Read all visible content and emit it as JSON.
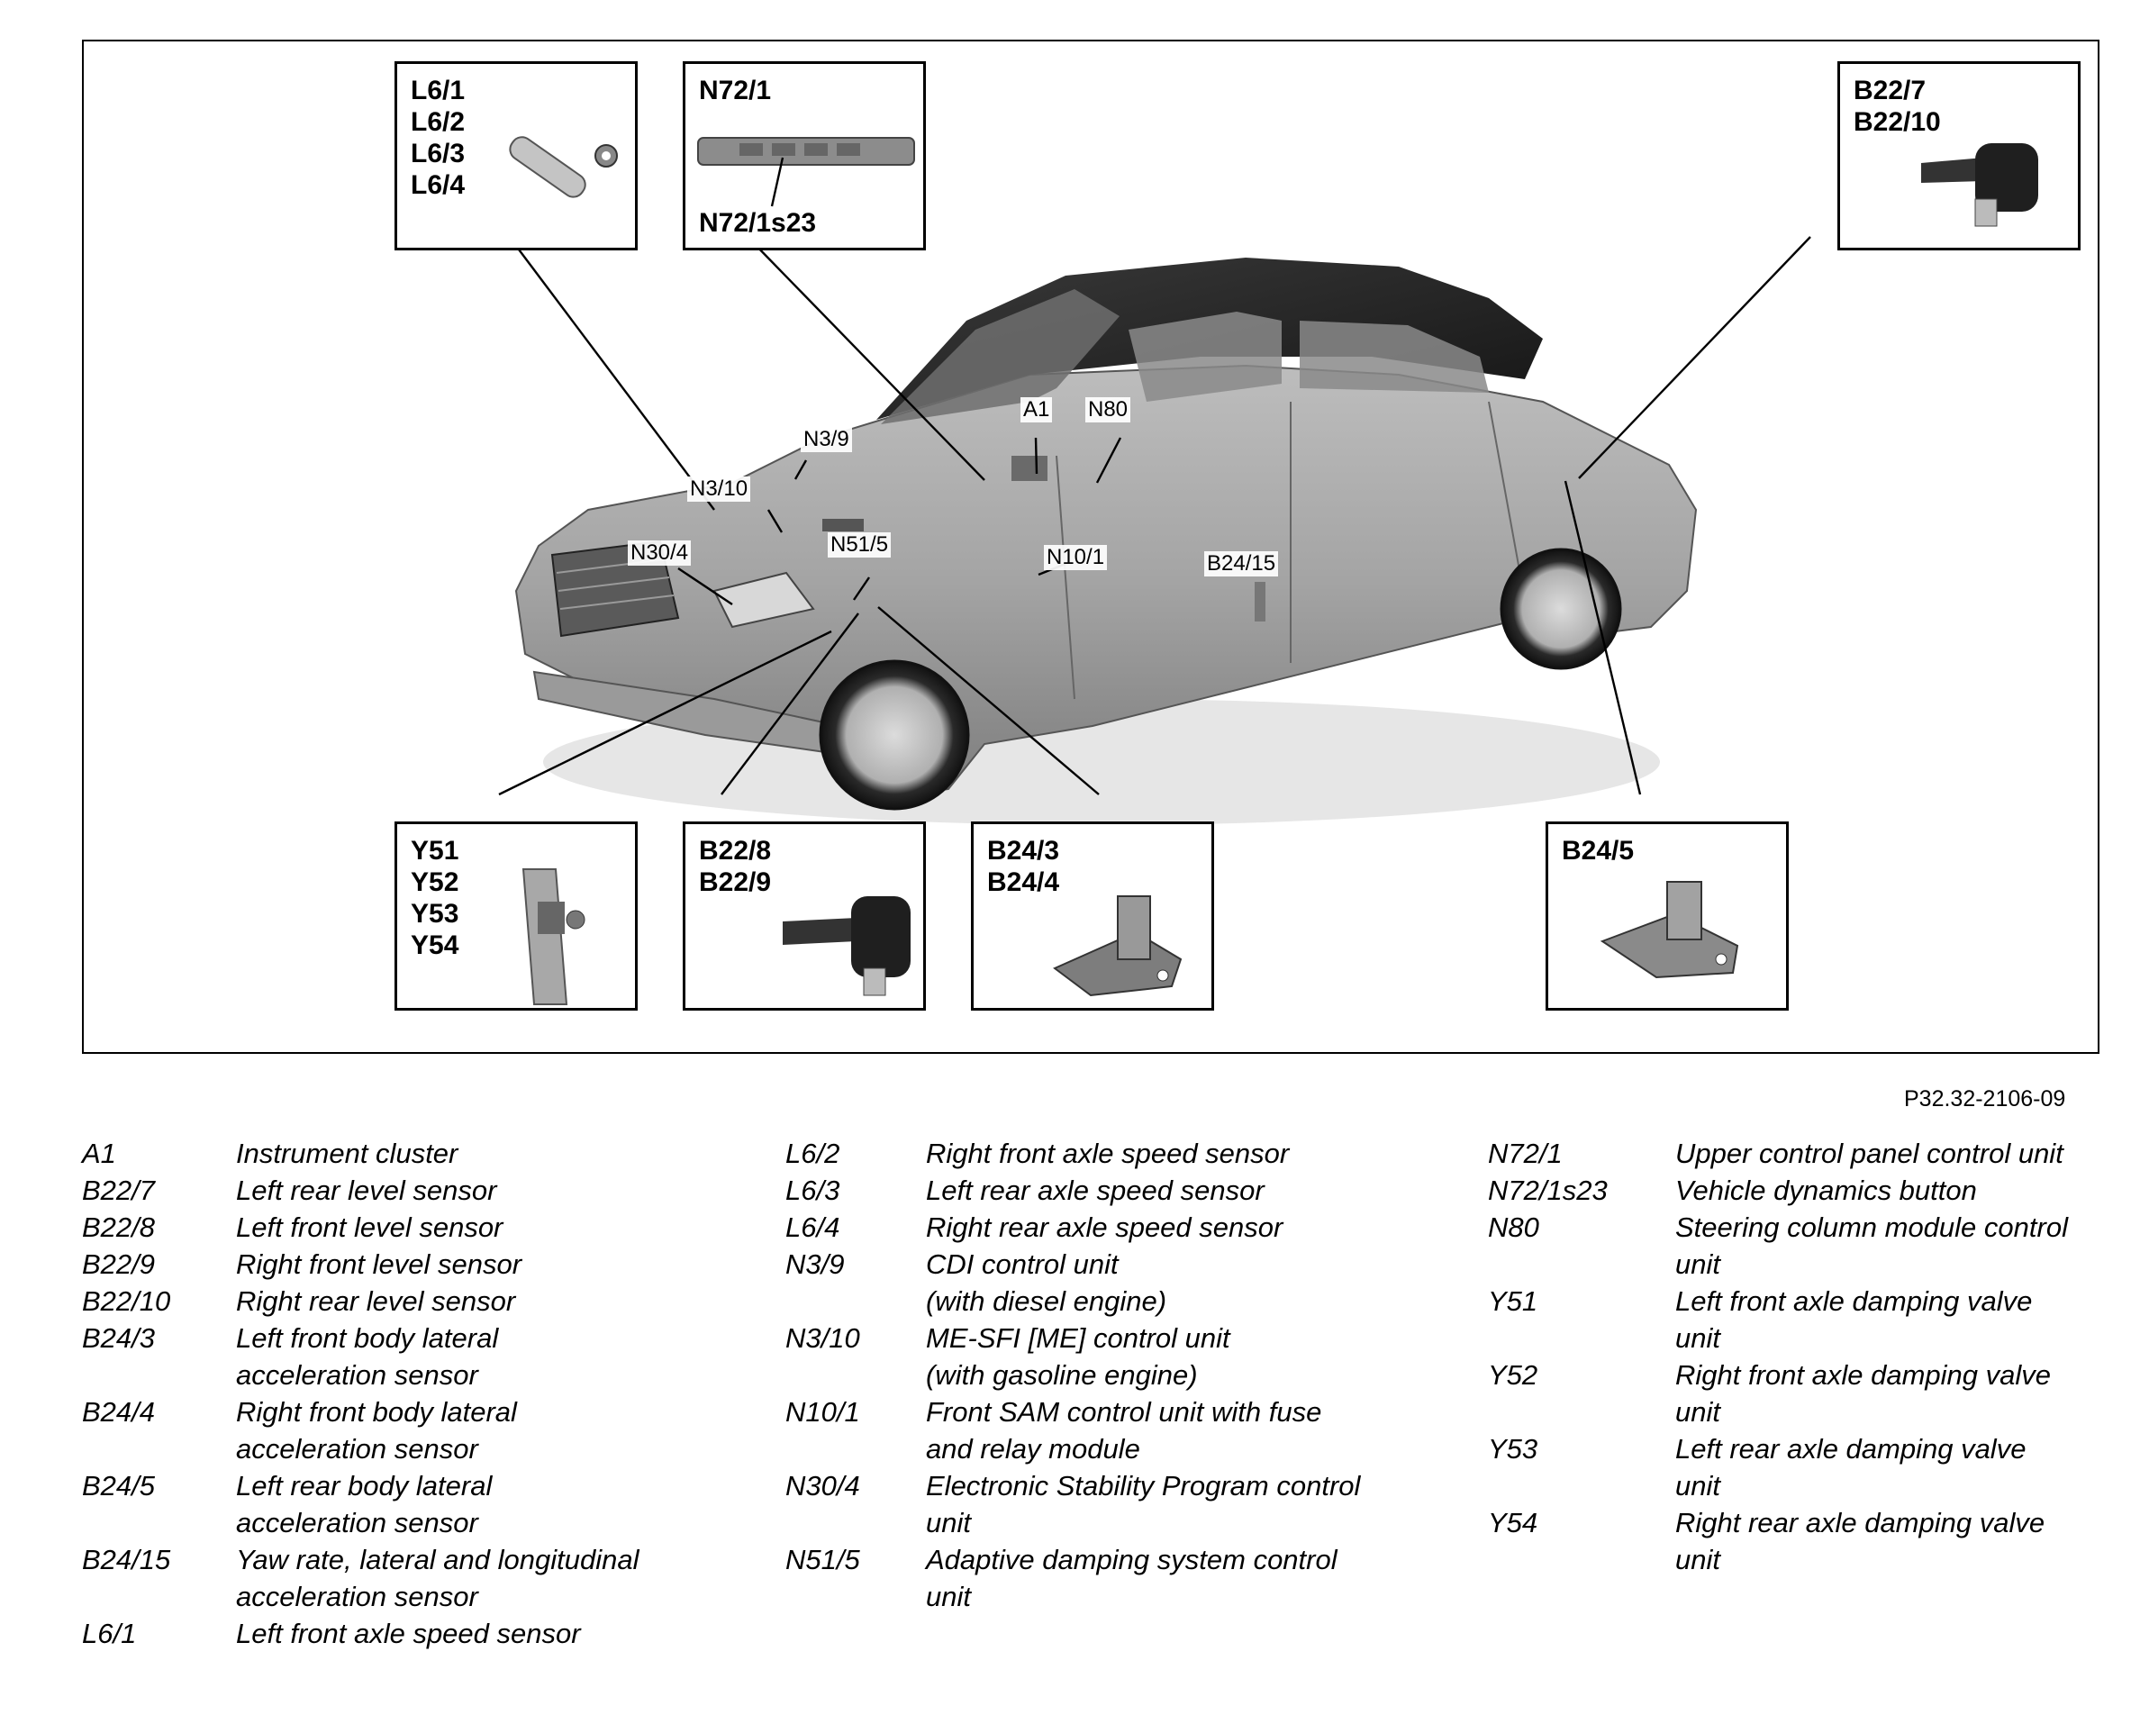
{
  "callouts": {
    "l6": [
      "L6/1",
      "L6/2",
      "L6/3",
      "L6/4"
    ],
    "n72": {
      "top": "N72/1",
      "bottom": "N72/1s23"
    },
    "b22_rear": [
      "B22/7",
      "B22/10"
    ],
    "y5x": [
      "Y51",
      "Y52",
      "Y53",
      "Y54"
    ],
    "b22_front": [
      "B22/8",
      "B22/9"
    ],
    "b24_front": [
      "B24/3",
      "B24/4"
    ],
    "b24_5": [
      "B24/5"
    ]
  },
  "car_labels": {
    "a1": "A1",
    "n80": "N80",
    "n3_9": "N3/9",
    "n3_10": "N3/10",
    "n30_4": "N30/4",
    "n51_5": "N51/5",
    "n10_1": "N10/1",
    "b24_15": "B24/15"
  },
  "figure_ref": "P32.32-2106-09",
  "legend": {
    "col1": [
      {
        "code": "A1",
        "lines": [
          "Instrument cluster"
        ]
      },
      {
        "code": "B22/7",
        "lines": [
          "Left rear level sensor"
        ]
      },
      {
        "code": "B22/8",
        "lines": [
          "Left front level sensor"
        ]
      },
      {
        "code": "B22/9",
        "lines": [
          "Right front level sensor"
        ]
      },
      {
        "code": "B22/10",
        "lines": [
          "Right rear level sensor"
        ]
      },
      {
        "code": "B24/3",
        "lines": [
          "Left front body lateral",
          "acceleration sensor"
        ]
      },
      {
        "code": "B24/4",
        "lines": [
          "Right front body lateral",
          "acceleration sensor"
        ]
      },
      {
        "code": "B24/5",
        "lines": [
          "Left rear body lateral",
          "acceleration sensor"
        ]
      },
      {
        "code": "B24/15",
        "lines": [
          "Yaw rate, lateral and longitudinal",
          "acceleration sensor"
        ]
      },
      {
        "code": "L6/1",
        "lines": [
          "Left front axle speed sensor"
        ]
      }
    ],
    "col2": [
      {
        "code": "L6/2",
        "lines": [
          "Right front axle speed sensor"
        ]
      },
      {
        "code": "L6/3",
        "lines": [
          "Left rear axle speed sensor"
        ]
      },
      {
        "code": "L6/4",
        "lines": [
          "Right rear axle speed sensor"
        ]
      },
      {
        "code": "N3/9",
        "lines": [
          "CDI control unit",
          "(with diesel engine)"
        ]
      },
      {
        "code": "N3/10",
        "lines": [
          "ME-SFI [ME] control unit",
          "(with gasoline engine)"
        ]
      },
      {
        "code": "N10/1",
        "lines": [
          "Front SAM control unit with fuse",
          "and relay module"
        ]
      },
      {
        "code": "N30/4",
        "lines": [
          "Electronic Stability Program control",
          "unit"
        ]
      },
      {
        "code": "N51/5",
        "lines": [
          "Adaptive damping system control",
          "unit"
        ]
      }
    ],
    "col3": [
      {
        "code": "N72/1",
        "lines": [
          "Upper control panel control unit"
        ]
      },
      {
        "code": "N72/1s23",
        "lines": [
          "Vehicle dynamics button"
        ]
      },
      {
        "code": "N80",
        "lines": [
          "Steering column module control",
          "unit"
        ]
      },
      {
        "code": "Y51",
        "lines": [
          "Left front axle damping valve",
          "unit"
        ]
      },
      {
        "code": "Y52",
        "lines": [
          "Right front axle damping valve",
          "unit"
        ]
      },
      {
        "code": "Y53",
        "lines": [
          "Left rear axle damping valve",
          "unit"
        ]
      },
      {
        "code": "Y54",
        "lines": [
          "Right rear axle damping valve",
          "unit"
        ]
      }
    ]
  }
}
